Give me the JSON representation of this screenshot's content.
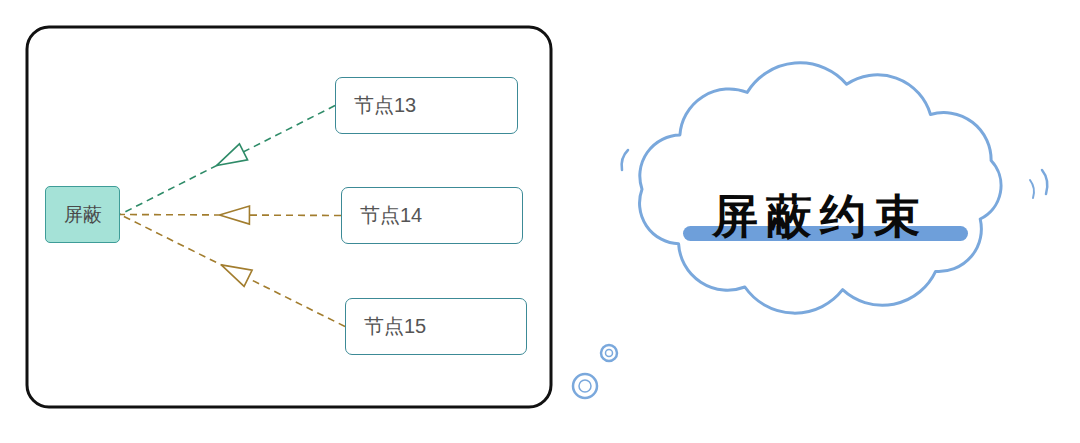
{
  "diagram": {
    "nodes": [
      {
        "text": [
          "屏蔽"
        ]
      },
      {
        "text": [
          "节点13"
        ]
      },
      {
        "text": [
          "节点14"
        ]
      },
      {
        "text": [
          "节点15"
        ]
      },
      {
        "text": [
          "屏蔽约束"
        ]
      }
    ],
    "edges": [
      {
        "from": 1,
        "to": 0,
        "arrow": "to"
      },
      {
        "from": 2,
        "to": 0,
        "arrow": "to"
      },
      {
        "from": 3,
        "to": 0,
        "arrow": "to"
      }
    ]
  }
}
